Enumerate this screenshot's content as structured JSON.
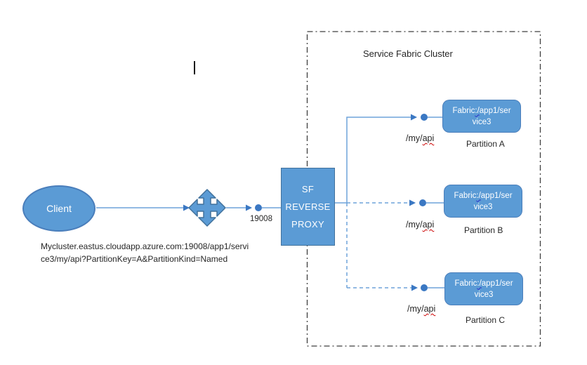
{
  "diagram": {
    "cluster": {
      "title": "Service Fabric Cluster"
    },
    "client": {
      "label": "Client",
      "url_line1": "Mycluster.eastus.cloudapp.azure.com:19008/app1/servi",
      "url_line2": "ce3/my/api?PartitionKey=A&PartitionKind=Named"
    },
    "proxy": {
      "label": "SF\nREVERSE\nPROXY",
      "port": "19008"
    },
    "partitions": [
      {
        "name": "Partition A",
        "connector": "solid",
        "service_pre": "Fabric",
        "service_squiggle": ":/",
        "service_post": "app1/ser",
        "service_line2": "vice3",
        "route_prefix": "/my/",
        "route_api": "api"
      },
      {
        "name": "Partition B",
        "connector": "dashed",
        "service_pre": "Fabric",
        "service_squiggle": ":/",
        "service_post": "app1/ser",
        "service_line2": "vice3",
        "route_prefix": "/my/",
        "route_api": "api"
      },
      {
        "name": "Partition C",
        "connector": "dashed",
        "service_pre": "Fabric",
        "service_squiggle": ":/",
        "service_post": "app1/ser",
        "service_line2": "vice3",
        "route_prefix": "/my/",
        "route_api": "api"
      }
    ],
    "icons": {
      "move": "move-icon",
      "arrowhead": "arrowhead-icon",
      "dot": "connection-dot"
    },
    "colors": {
      "shape_fill": "#5B9BD5",
      "shape_border_dark": "#41719C",
      "shape_border": "#4A7EBB",
      "connector_line": "#6FA3DA",
      "connector_marker": "#3B78C3",
      "cluster_border": "#3f3f3f",
      "text": "#262626",
      "squiggle_red": "#CC0000",
      "squiggle_blue": "#2A2AC9"
    }
  }
}
